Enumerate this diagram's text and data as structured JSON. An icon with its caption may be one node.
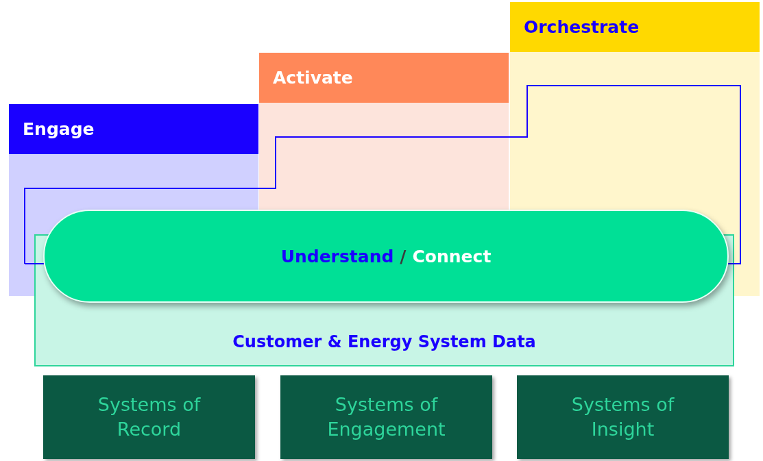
{
  "diagram": {
    "nodes": [
      {
        "text": [
          "Engage"
        ]
      },
      {
        "text": [
          "Activate"
        ]
      },
      {
        "text": [
          "Orchestrate"
        ]
      },
      {
        "text": [
          "Customer & Energy System Data"
        ]
      },
      {
        "text": [
          "Understand",
          "/",
          "Connect"
        ]
      },
      {
        "text": [
          "Systems of Record"
        ]
      },
      {
        "text": [
          "Systems of Engagement"
        ]
      },
      {
        "text": [
          "Systems of Insight"
        ]
      }
    ]
  }
}
